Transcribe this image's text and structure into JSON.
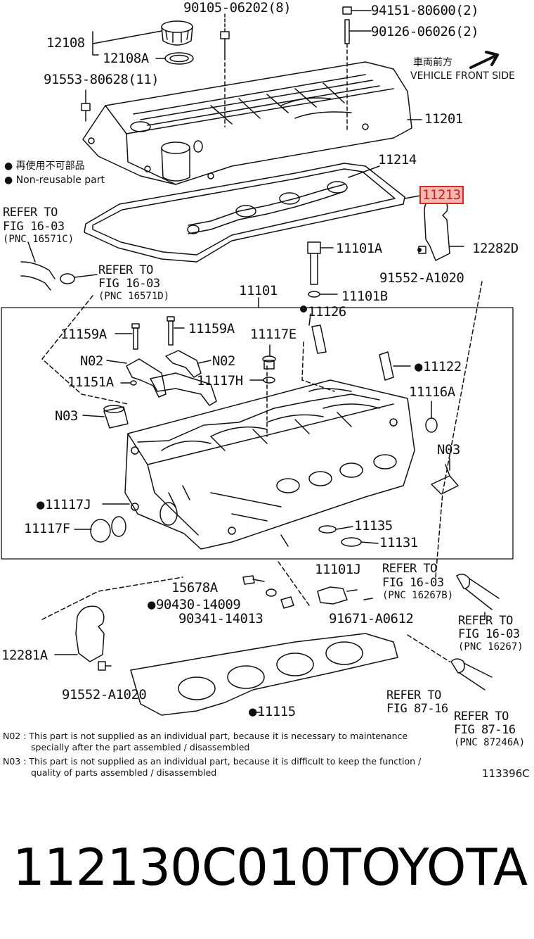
{
  "labels": {
    "p90105": "90105-06202(8)",
    "p94151": "94151-80600(2)",
    "p90126": "90126-06026(2)",
    "p12108": "12108",
    "p12108A": "12108A",
    "p91553": "91553-80628(11)",
    "p11201": "11201",
    "p11214": "11214",
    "p11213": "11213",
    "p11101A": "11101A",
    "p12282D": "12282D",
    "p91552a": "91552-A1020",
    "p11101B": "11101B",
    "p11101": "11101",
    "p11126": "11126",
    "p11159A1": "11159A",
    "p11159A2": "11159A",
    "p11117E": "11117E",
    "n02a": "N02",
    "n02b": "N02",
    "p11151A": "11151A",
    "p11117H": "11117H",
    "p11122": "11122",
    "p11116A": "11116A",
    "n03a": "N03",
    "n03b": "N03",
    "p11117J": "11117J",
    "p11117F": "11117F",
    "p11135": "11135",
    "p11131": "11131",
    "p11101J": "11101J",
    "p15678A": "15678A",
    "p90430": "90430-14009",
    "p90341": "90341-14013",
    "p91671": "91671-A0612",
    "p12281A": "12281A",
    "p91552b": "91552-A1020",
    "p11115": "11115"
  },
  "refs": {
    "r1_line1": "REFER TO",
    "r1_line2": "FIG 16-03",
    "r1_pnc": "(PNC 16571C)",
    "r2_line1": "REFER TO",
    "r2_line2": "FIG 16-03",
    "r2_pnc": "(PNC 16571D)",
    "r3_line1": "REFER TO",
    "r3_line2": "FIG 16-03",
    "r3_pnc": "(PNC 16267B)",
    "r4_line1": "REFER TO",
    "r4_line2": "FIG 16-03",
    "r4_pnc": "(PNC 16267)",
    "r5_line1": "REFER TO",
    "r5_line2": "FIG 87-16",
    "r6_line1": "REFER TO",
    "r6_line2": "FIG 87-16",
    "r6_pnc": "(PNC 87246A)"
  },
  "direction": {
    "jp": "車両前方",
    "en": "VEHICLE FRONT SIDE"
  },
  "legend": {
    "jp": "再使用不可部品",
    "en": "Non-reusable part"
  },
  "notes": {
    "n02_line1": "N02 : This part is not supplied as an individual part, because it is necessary to maintenance",
    "n02_line2": "specially after the part assembled / disassembled",
    "n03_line1": "N03 : This part is not supplied as an individual part, because it is difficult to keep the function /",
    "n03_line2": "quality of parts  assembled / disassembled"
  },
  "figure_code": "113396C",
  "footer": {
    "part_number": "112130C010",
    "brand": "TOYOTA"
  },
  "colors": {
    "highlight_border": "#d9281e",
    "highlight_fill": "#f4b7b2",
    "ink": "#111111"
  }
}
